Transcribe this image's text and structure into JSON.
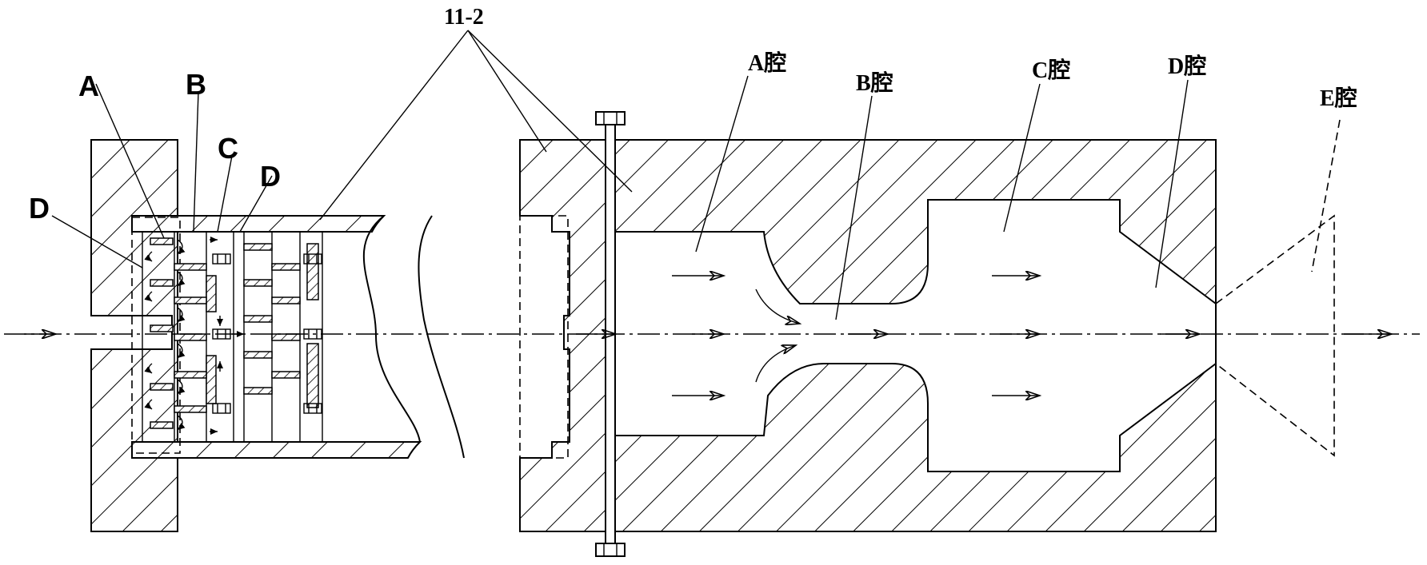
{
  "diagram": {
    "labels": {
      "ref_11_2": "11-2",
      "A": "A",
      "B": "B",
      "C": "C",
      "D_top": "D",
      "D_left": "D",
      "cavity_A": "A腔",
      "cavity_B": "B腔",
      "cavity_C": "C腔",
      "cavity_D": "D腔",
      "cavity_E": "E腔"
    }
  }
}
